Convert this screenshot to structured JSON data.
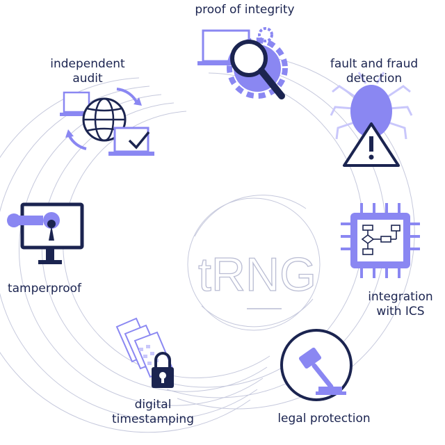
{
  "center_logo": {
    "text": "tRNG"
  },
  "labels": {
    "proof_of_integrity": "proof of integrity",
    "fault_fraud_line1": "fault and fraud",
    "fault_fraud_line2": "detection",
    "independent_line1": "independent",
    "independent_line2": "audit",
    "tamperproof": "tamperproof",
    "integration_line1": "integration",
    "integration_line2": "with ICS",
    "digital_line1": "digital",
    "digital_line2": "timestamping",
    "legal_protection": "legal protection"
  },
  "colors": {
    "navy": "#1b2450",
    "violet": "#8a87f2",
    "violet_light": "#c9c7fb",
    "ring": "#c5c8dc"
  }
}
